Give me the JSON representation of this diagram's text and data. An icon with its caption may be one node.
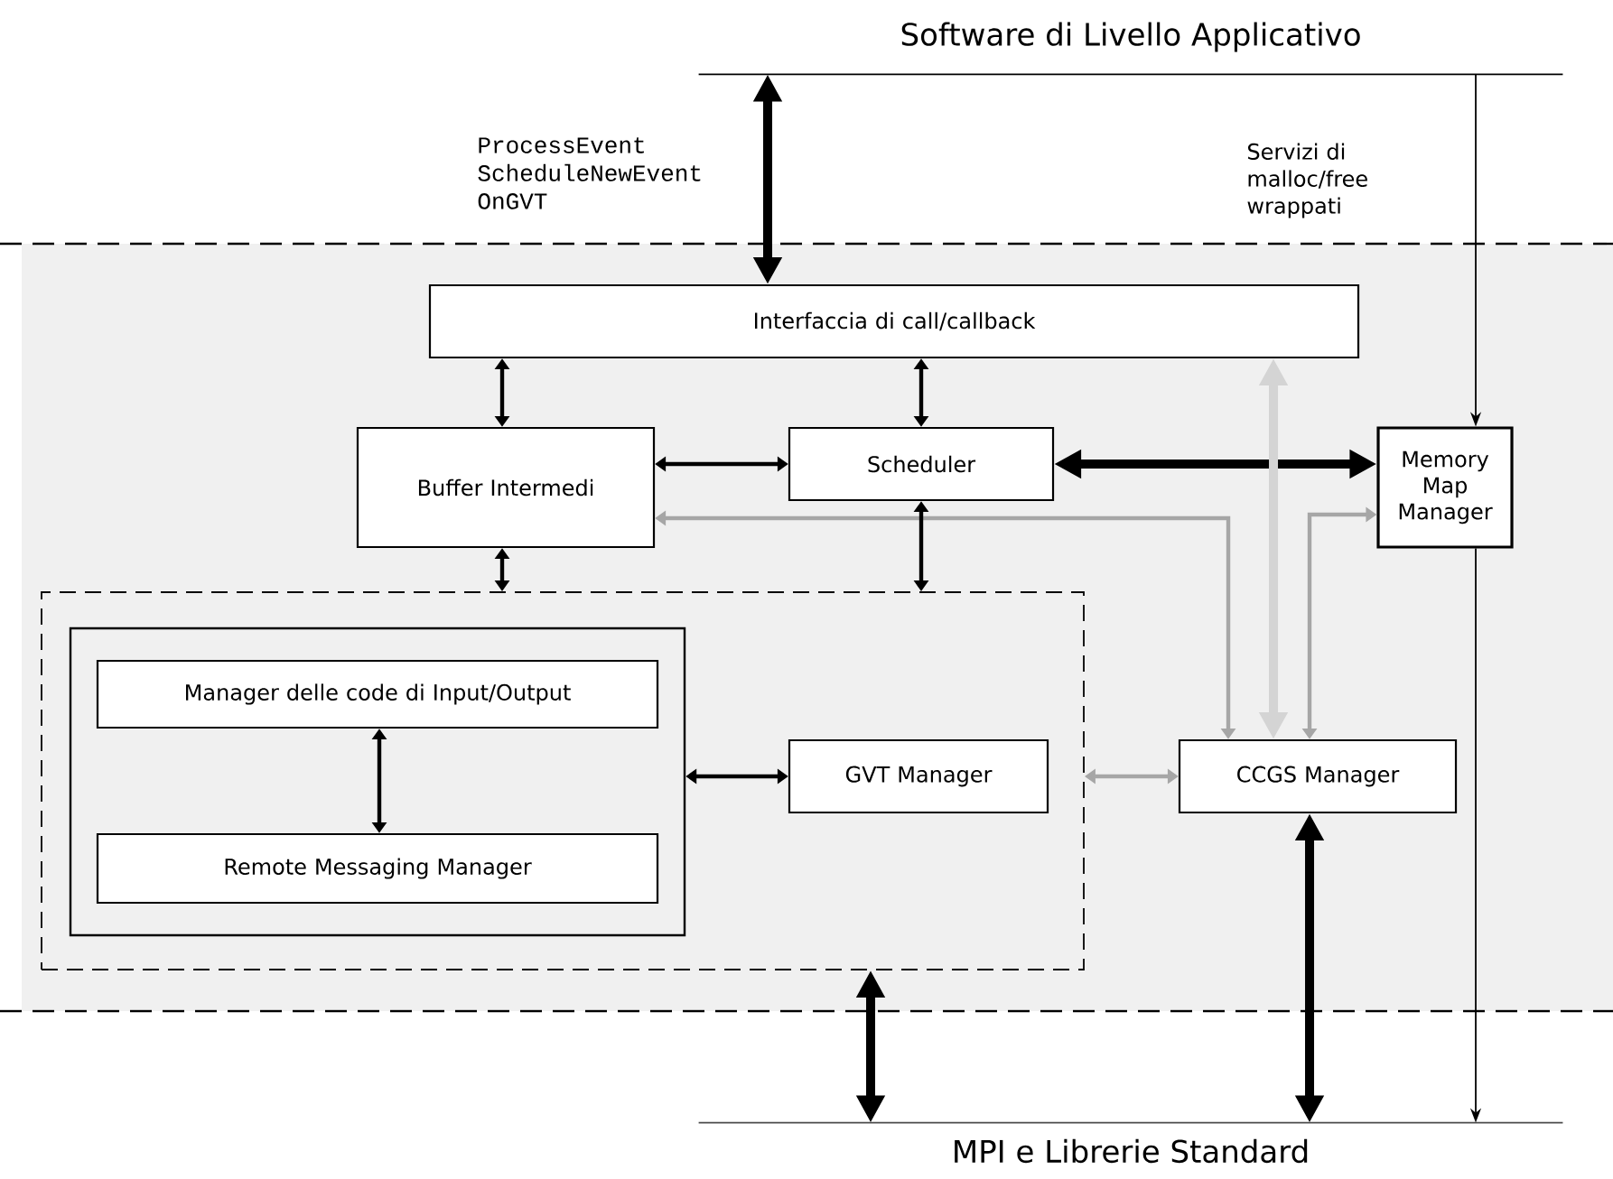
{
  "diagram": {
    "nodes": [
      {
        "text": [
          "Software di Livello Applicativo"
        ]
      },
      {
        "text": [],
        "shape": "band"
      },
      {
        "text": [
          "Interfaccia di call/callback"
        ],
        "in": 1
      },
      {
        "text": [
          "Buffer Intermedi"
        ],
        "in": 1
      },
      {
        "text": [
          "Scheduler"
        ],
        "in": 1
      },
      {
        "text": [
          "Memory Map Manager"
        ],
        "in": 1
      },
      {
        "text": [],
        "shape": "box",
        "in": 1
      },
      {
        "text": [],
        "shape": "box",
        "in": 6
      },
      {
        "text": [
          "Manager delle code di Input/Output"
        ],
        "in": 7
      },
      {
        "text": [
          "Remote Messaging Manager"
        ],
        "in": 7
      },
      {
        "text": [
          "GVT Manager"
        ],
        "in": 6
      },
      {
        "text": [
          "CCGS Manager"
        ],
        "in": 1
      },
      {
        "text": [
          "MPI e Librerie Standard"
        ]
      }
    ],
    "edges": [
      {
        "from": 0,
        "to": 2,
        "arrow": "both",
        "style": "thick",
        "label": "ProcessEvent ScheduleNewEvent OnGVT"
      },
      {
        "from": 0,
        "to": 5,
        "arrow": "to",
        "label": "Servizi di malloc/free wrappati"
      },
      {
        "from": 2,
        "to": 3,
        "arrow": "both"
      },
      {
        "from": 2,
        "to": 4,
        "arrow": "both"
      },
      {
        "from": 3,
        "to": 4,
        "arrow": "both"
      },
      {
        "from": 4,
        "to": 5,
        "arrow": "both",
        "style": "thick"
      },
      {
        "from": 11,
        "to": 3,
        "arrow": "both",
        "color": "#a6a6a6"
      },
      {
        "from": 11,
        "to": 2,
        "arrow": "both",
        "style": "thick",
        "color": "#d4d4d4"
      },
      {
        "from": 11,
        "to": 5,
        "arrow": "both",
        "color": "#a6a6a6"
      },
      {
        "from": 3,
        "to": 6,
        "arrow": "both"
      },
      {
        "from": 4,
        "to": 6,
        "arrow": "both"
      },
      {
        "from": 8,
        "to": 9,
        "arrow": "both"
      },
      {
        "from": 7,
        "to": 10,
        "arrow": "both"
      },
      {
        "from": 6,
        "to": 11,
        "arrow": "both",
        "color": "#a6a6a6"
      },
      {
        "from": 6,
        "to": 12,
        "arrow": "both",
        "style": "thick"
      },
      {
        "from": 11,
        "to": 12,
        "arrow": "both",
        "style": "thick"
      },
      {
        "from": 5,
        "to": 12,
        "arrow": "to"
      }
    ]
  }
}
